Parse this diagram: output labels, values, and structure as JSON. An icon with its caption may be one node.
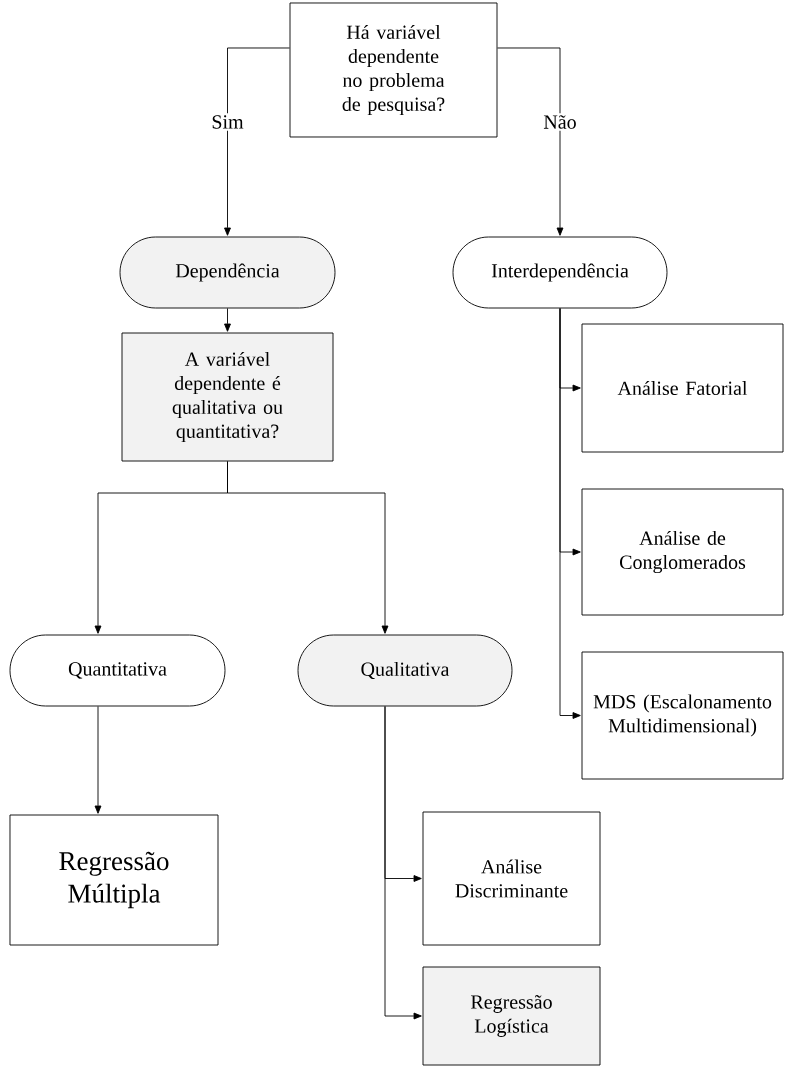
{
  "diagram": {
    "nodes": [
      {
        "text": [
          "Há variável dependente no problema de pesquisa?"
        ]
      },
      {
        "text": [
          "Dependência"
        ]
      },
      {
        "text": [
          "Interdependência"
        ]
      },
      {
        "text": [
          "A variável dependente é qualitativa ou quantitativa?"
        ]
      },
      {
        "text": [
          "Quantitativa"
        ]
      },
      {
        "text": [
          "Qualitativa"
        ]
      },
      {
        "text": [
          "Análise Fatorial"
        ]
      },
      {
        "text": [
          "Análise de Conglomerados"
        ]
      },
      {
        "text": [
          "MDS (Escalonamento Multidimensional)"
        ]
      },
      {
        "text": [
          "Regressão Múltipla"
        ]
      },
      {
        "text": [
          "Análise Discriminante"
        ]
      },
      {
        "text": [
          "Regressão Logística"
        ]
      }
    ],
    "edges": [
      {
        "from": 0,
        "to": 1,
        "arrow": "to",
        "label": "Sim"
      },
      {
        "from": 0,
        "to": 2,
        "arrow": "to",
        "label": "Não"
      },
      {
        "from": 1,
        "to": 3,
        "arrow": "to"
      },
      {
        "from": 3,
        "to": 4,
        "arrow": "to"
      },
      {
        "from": 3,
        "to": 5,
        "arrow": "to"
      },
      {
        "from": 2,
        "to": 6,
        "arrow": "to"
      },
      {
        "from": 2,
        "to": 7,
        "arrow": "to"
      },
      {
        "from": 2,
        "to": 8,
        "arrow": "to"
      },
      {
        "from": 4,
        "to": 9,
        "arrow": "to"
      },
      {
        "from": 5,
        "to": 10,
        "arrow": "to"
      },
      {
        "from": 5,
        "to": 11,
        "arrow": "to"
      }
    ]
  }
}
